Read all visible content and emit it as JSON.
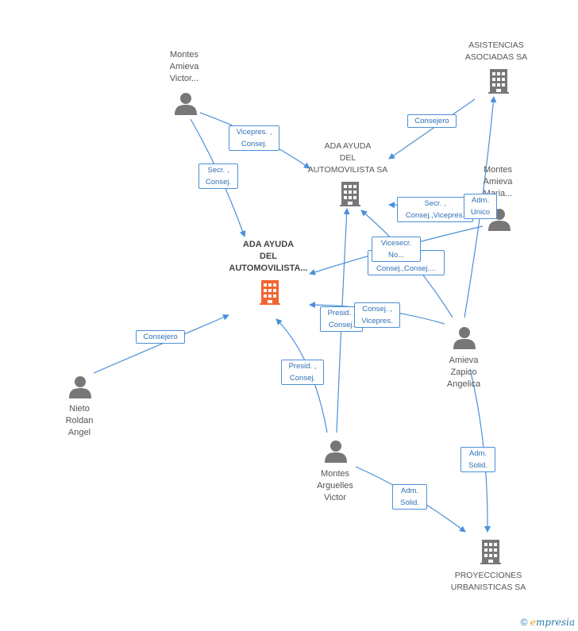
{
  "nodes": {
    "main_company": {
      "lines": [
        "ADA AYUDA",
        "DEL",
        "AUTOMOVILISTA..."
      ]
    },
    "ada_sa": {
      "lines": [
        "ADA AYUDA",
        "DEL",
        "AUTOMOVILISTA SA"
      ]
    },
    "asistencias": {
      "lines": [
        "ASISTENCIAS",
        "ASOCIADAS SA"
      ]
    },
    "proyecciones": {
      "lines": [
        "PROYECCIONES",
        "URBANISTICAS SA"
      ]
    },
    "montes_amieva_victor": {
      "lines": [
        "Montes",
        "Amieva",
        "Victor..."
      ]
    },
    "montes_amieva_maria": {
      "lines": [
        "Montes",
        "Amieva",
        "Maria..."
      ]
    },
    "amieva_zapico": {
      "lines": [
        "Amieva",
        "Zapico",
        "Angelica"
      ]
    },
    "nieto_roldan": {
      "lines": [
        "Nieto",
        "Roldan",
        "Angel"
      ]
    },
    "montes_arguelles": {
      "lines": [
        "Montes",
        "Arguelles",
        "Victor"
      ]
    }
  },
  "edges": {
    "consejero_asistencias": [
      "Consejero"
    ],
    "vicepres_victor": [
      "Vicepres. ,",
      "Consej."
    ],
    "secr_victor": [
      "Secr. ,",
      "Consej."
    ],
    "secr_maria": [
      "Secr. ,",
      "Consej.,Vicepres."
    ],
    "adm_unico": [
      "Adm.",
      "Unico"
    ],
    "vicesecr": [
      "Vicesecr.",
      "No..."
    ],
    "consej_multi": [
      ",",
      "Consej.,Consej...."
    ],
    "consej_vicepres": [
      "Consej. ,",
      "Vicepres."
    ],
    "presid_consej_top": [
      "Presid. ,",
      "Consej."
    ],
    "presid_consej_bottom": [
      "Presid. ,",
      "Consej."
    ],
    "consejero_nieto": [
      "Consejero"
    ],
    "adm_solid_angelica": [
      "Adm.",
      "Solid."
    ],
    "adm_solid_arguelles": [
      "Adm.",
      "Solid."
    ]
  },
  "footer": {
    "copyright": "©",
    "brand_e": "e",
    "brand_rest": "mpresia"
  },
  "colors": {
    "edge": "#4a90d9",
    "main_node": "#f26532",
    "node": "#777777"
  }
}
